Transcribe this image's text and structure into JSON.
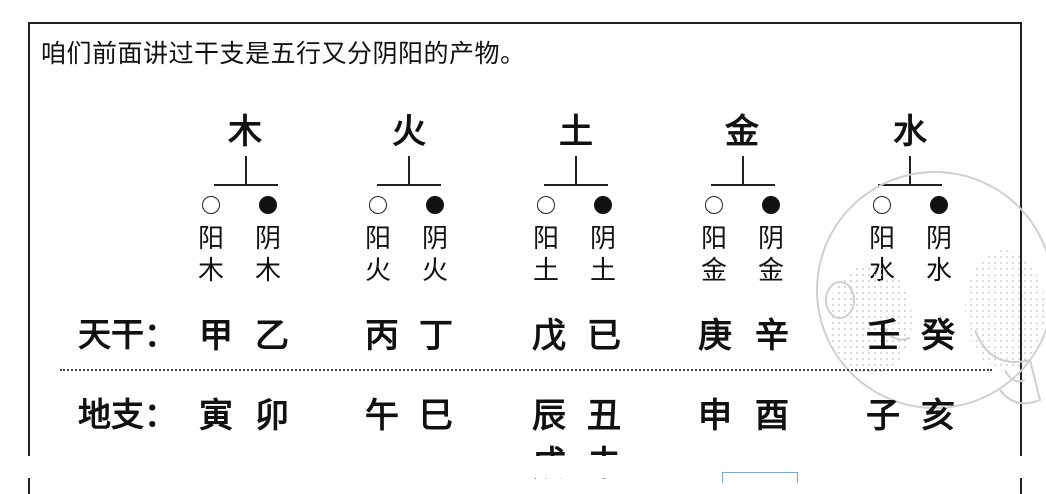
{
  "intro": "咱们前面讲过干支是五行又分阴阳的产物。",
  "elements": [
    {
      "name": "木",
      "yang": "阳",
      "yin": "阴",
      "sub": "木"
    },
    {
      "name": "火",
      "yang": "阳",
      "yin": "阴",
      "sub": "火"
    },
    {
      "name": "土",
      "yang": "阳",
      "yin": "阴",
      "sub": "土"
    },
    {
      "name": "金",
      "yang": "阳",
      "yin": "阴",
      "sub": "金"
    },
    {
      "name": "水",
      "yang": "阳",
      "yin": "阴",
      "sub": "水"
    }
  ],
  "tiangan": {
    "label": "天干：",
    "chars": [
      "甲",
      "乙",
      "丙",
      "丁",
      "戊",
      "已",
      "庚",
      "辛",
      "壬",
      "癸"
    ]
  },
  "dizhi": {
    "label": "地支：",
    "chars": [
      "寅",
      "卯",
      "午",
      "巳",
      "辰",
      "丑",
      "申",
      "酉",
      "子",
      "亥"
    ],
    "extra": [
      "戌",
      "未"
    ]
  },
  "icons": {
    "yang_marker": "open-circle-icon",
    "yin_marker": "filled-circle-icon",
    "mascot": "cartoon-mascot-icon"
  }
}
